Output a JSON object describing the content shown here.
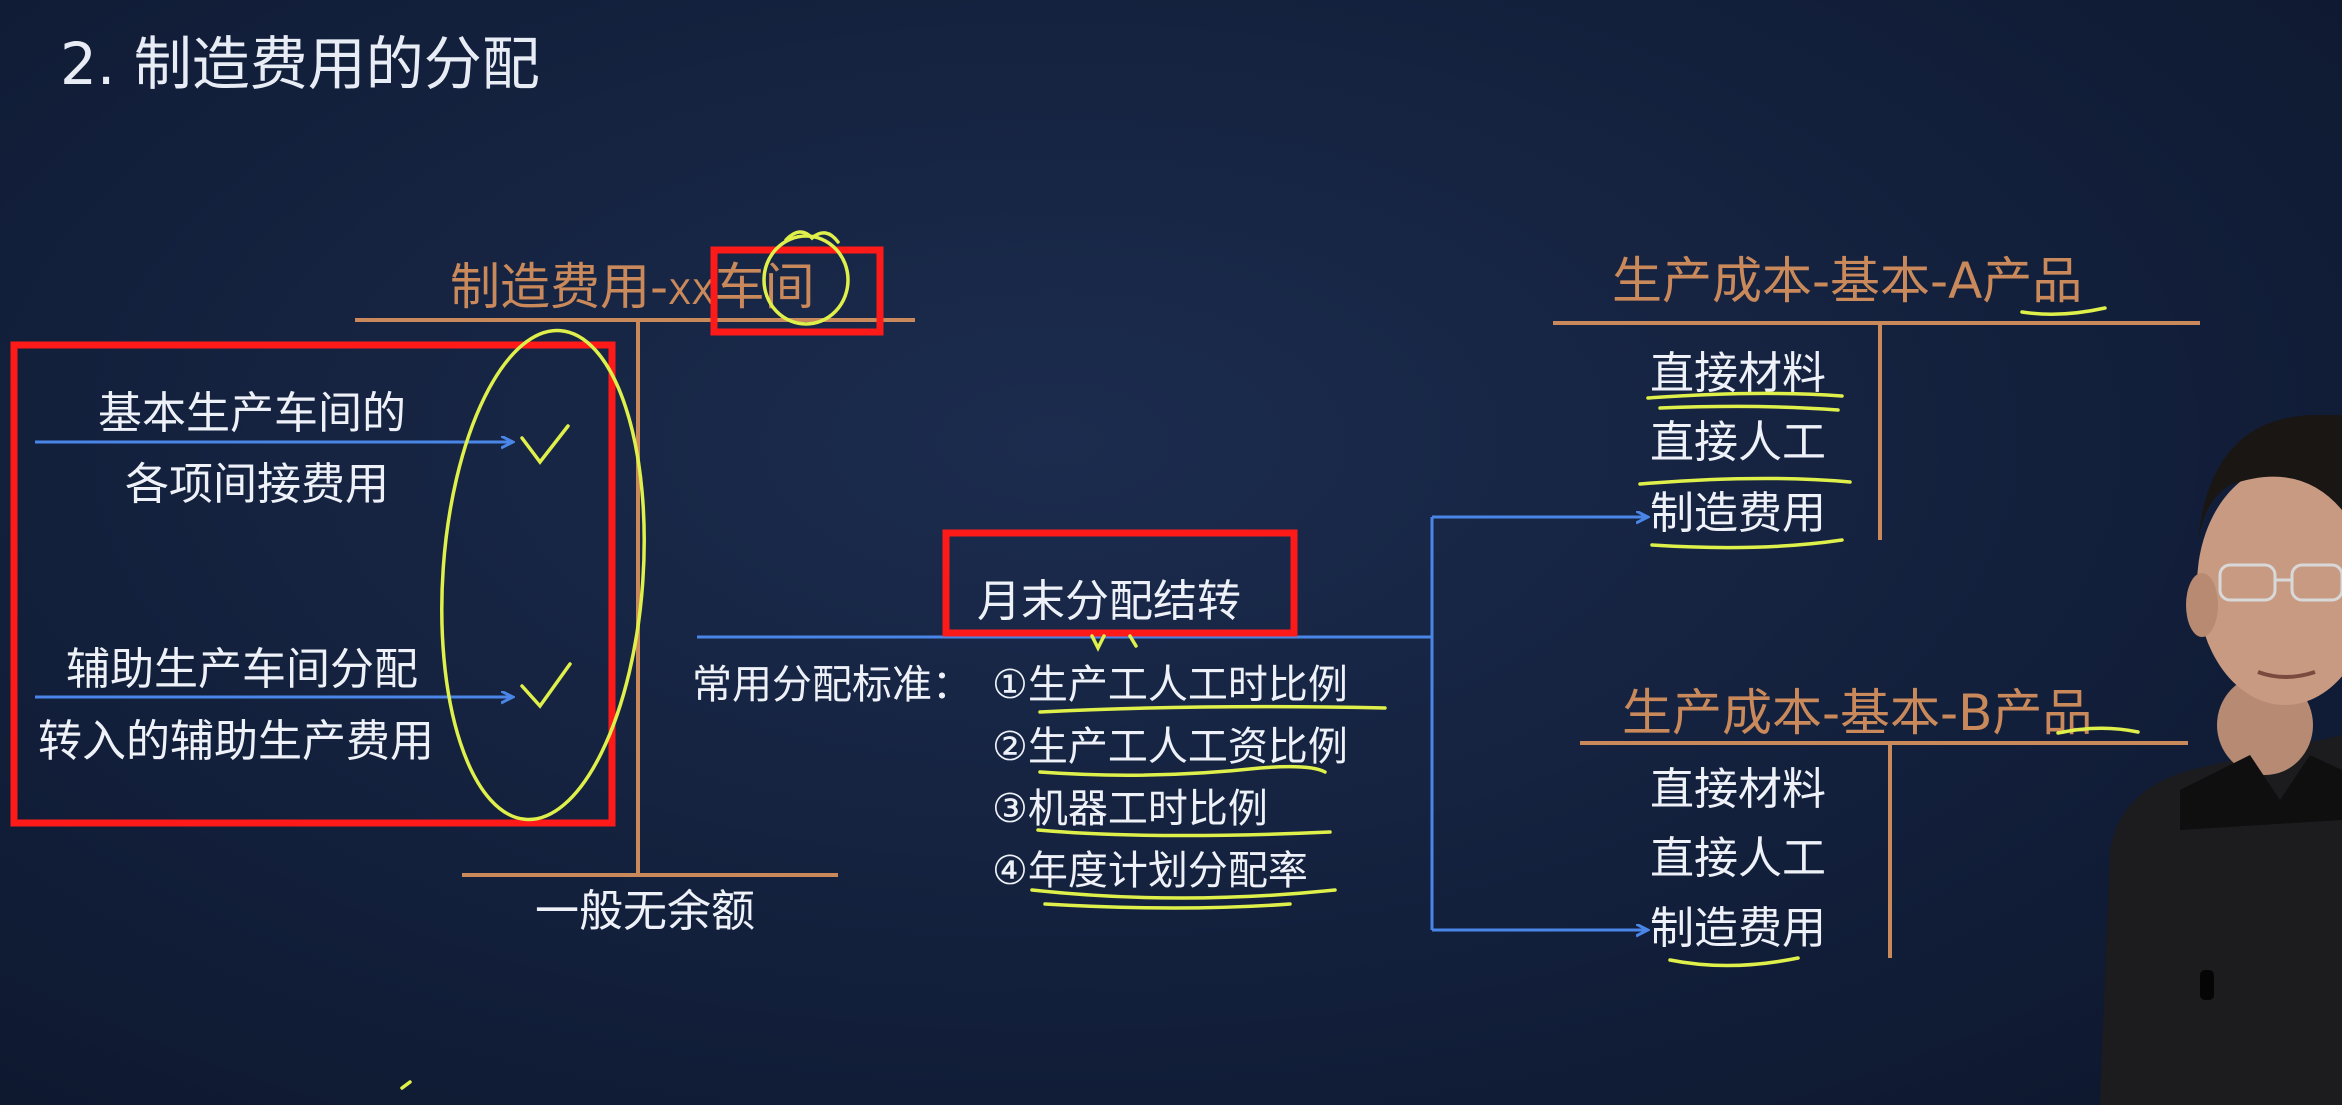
{
  "title": "2. 制造费用的分配",
  "overhead_account": {
    "prefix": "制造费用-",
    "xx": "XX",
    "dept": "车间",
    "debit_1": [
      "基本生产车间的",
      "各项间接费用"
    ],
    "debit_2": [
      "辅助生产车间分配",
      "转入的辅助生产费用"
    ],
    "balance_note": "一般无余额"
  },
  "transfer": {
    "label": "月末分配结转",
    "standards_label": "常用分配标准：",
    "standards": [
      "①生产工人工时比例",
      "②生产工人工资比例",
      "③机器工时比例",
      "④年度计划分配率"
    ]
  },
  "product_a": {
    "title_main": "生产成本-基本-",
    "title_product": "A产品",
    "items": [
      "直接材料",
      "直接人工",
      "制造费用"
    ]
  },
  "product_b": {
    "title_main": "生产成本-基本-",
    "title_product": "B产品",
    "items": [
      "直接材料",
      "直接人工",
      "制造费用"
    ]
  },
  "colors": {
    "background": "#13203c",
    "t_account_line": "#c9895a",
    "arrow": "#4a86e8",
    "highlight_box": "#ff1a1a",
    "marker": "#dff04a"
  }
}
